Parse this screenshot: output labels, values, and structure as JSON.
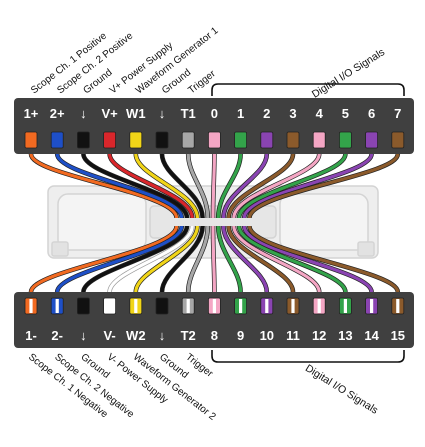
{
  "groups": {
    "top_digital_label": "Digital I/O Signals",
    "bottom_digital_label": "Digital I/O Signals"
  },
  "top_pins": [
    {
      "label": "1+",
      "name": "Scope Ch. 1 Positive",
      "color": "#f26a21"
    },
    {
      "label": "2+",
      "name": "Scope Ch. 2 Positive",
      "color": "#1e4fc7"
    },
    {
      "label": "↓",
      "name": "Ground",
      "color": "#111111"
    },
    {
      "label": "V+",
      "name": "V+ Power Supply",
      "color": "#d9262b"
    },
    {
      "label": "W1",
      "name": "Waveform Generator 1",
      "color": "#f1d518"
    },
    {
      "label": "↓",
      "name": "Ground",
      "color": "#111111"
    },
    {
      "label": "T1",
      "name": "Trigger",
      "color": "#a7a7a7"
    },
    {
      "label": "0",
      "name": "",
      "color": "#f4a6c4"
    },
    {
      "label": "1",
      "name": "",
      "color": "#33a34a"
    },
    {
      "label": "2",
      "name": "",
      "color": "#8a44b2"
    },
    {
      "label": "3",
      "name": "",
      "color": "#8b5a2b"
    },
    {
      "label": "4",
      "name": "",
      "color": "#f4a6c4"
    },
    {
      "label": "5",
      "name": "",
      "color": "#33a34a"
    },
    {
      "label": "6",
      "name": "",
      "color": "#8a44b2"
    },
    {
      "label": "7",
      "name": "",
      "color": "#8b5a2b"
    }
  ],
  "bottom_pins": [
    {
      "label": "1-",
      "name": "Scope Ch. 1 Negative",
      "color": "#f26a21",
      "stripe": true
    },
    {
      "label": "2-",
      "name": "Scope Ch. 2 Negative",
      "color": "#1e4fc7",
      "stripe": true
    },
    {
      "label": "↓",
      "name": "Ground",
      "color": "#111111",
      "stripe": false
    },
    {
      "label": "V-",
      "name": "V- Power Supply",
      "color": "#ffffff",
      "stripe": false
    },
    {
      "label": "W2",
      "name": "Waveform Generator 2",
      "color": "#f1d518",
      "stripe": true
    },
    {
      "label": "↓",
      "name": "Ground",
      "color": "#111111",
      "stripe": false
    },
    {
      "label": "T2",
      "name": "Trigger",
      "color": "#a7a7a7",
      "stripe": true
    },
    {
      "label": "8",
      "name": "",
      "color": "#f4a6c4",
      "stripe": true
    },
    {
      "label": "9",
      "name": "",
      "color": "#33a34a",
      "stripe": true
    },
    {
      "label": "10",
      "name": "",
      "color": "#8a44b2",
      "stripe": true
    },
    {
      "label": "11",
      "name": "",
      "color": "#8b5a2b",
      "stripe": true
    },
    {
      "label": "12",
      "name": "",
      "color": "#f4a6c4",
      "stripe": true
    },
    {
      "label": "13",
      "name": "",
      "color": "#33a34a",
      "stripe": true
    },
    {
      "label": "14",
      "name": "",
      "color": "#8a44b2",
      "stripe": true
    },
    {
      "label": "15",
      "name": "",
      "color": "#8b5a2b",
      "stripe": true
    }
  ]
}
